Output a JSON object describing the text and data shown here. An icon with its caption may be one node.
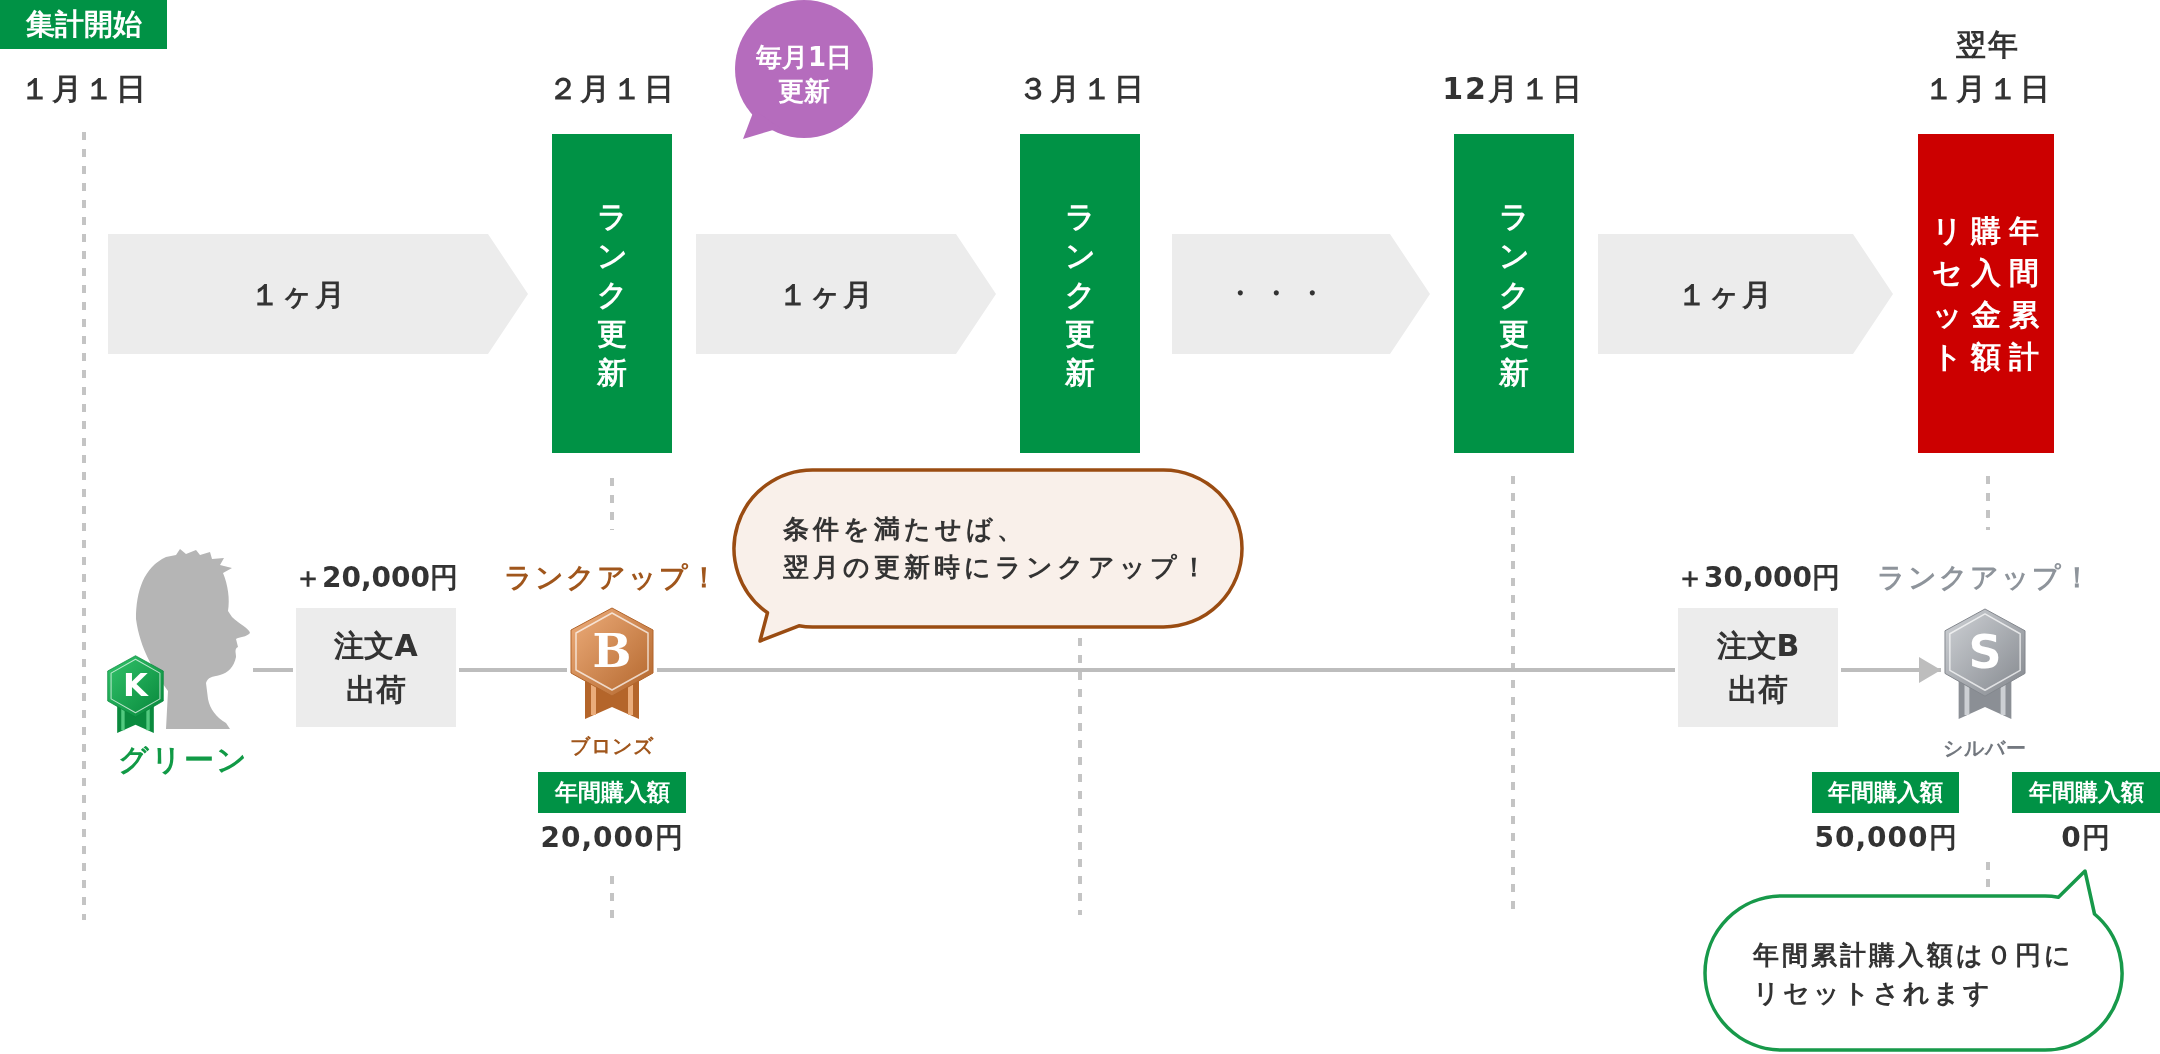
{
  "diagram": {
    "nodes": [
      {
        "text": [
          "集計開始"
        ],
        "beside": [
          "１月１日"
        ]
      },
      {
        "text": [
          "１ヶ月"
        ]
      },
      {
        "text": [
          "ランク更新"
        ],
        "beside": [
          "２月１日"
        ]
      },
      {
        "text": [
          "毎月1日更新"
        ]
      },
      {
        "text": [
          "１ヶ月"
        ]
      },
      {
        "text": [
          "ランク更新"
        ],
        "beside": [
          "３月１日"
        ]
      },
      {
        "text": [
          "・・・"
        ]
      },
      {
        "text": [
          "ランク更新"
        ],
        "beside": [
          "12月１日"
        ]
      },
      {
        "text": [
          "１ヶ月"
        ]
      },
      {
        "text": [
          "年間累計購入金額リセット"
        ],
        "beside": [
          "翌年",
          "１月１日"
        ]
      },
      {
        "text": [],
        "shape": "person"
      },
      {
        "text": [
          "K"
        ],
        "beside": [
          "グリーン"
        ]
      },
      {
        "text": [
          "注文A出荷"
        ],
        "beside": [
          "＋20,000円"
        ]
      },
      {
        "text": [
          "B"
        ],
        "beside": [
          "ランクアップ！",
          "ブロンズ"
        ]
      },
      {
        "text": [
          "年間購入額"
        ],
        "beside": [
          "20,000円"
        ]
      },
      {
        "text": [
          "条件を満たせば、翌月の更新時にランクアップ！"
        ]
      },
      {
        "text": [
          "注文B出荷"
        ],
        "beside": [
          "＋30,000円"
        ]
      },
      {
        "text": [
          "S"
        ],
        "beside": [
          "ランクアップ！",
          "シルバー"
        ]
      },
      {
        "text": [
          "年間購入額"
        ],
        "beside": [
          "50,000円"
        ]
      },
      {
        "text": [
          "年間購入額"
        ],
        "beside": [
          "0円"
        ]
      },
      {
        "text": [
          "年間累計購入額は０円にリセットされます"
        ]
      }
    ],
    "edges": [
      {
        "from": 10,
        "to": 12,
        "arrow": "none"
      },
      {
        "from": 12,
        "to": 13,
        "arrow": "none"
      },
      {
        "from": 13,
        "to": 16,
        "arrow": "none"
      },
      {
        "from": 16,
        "to": 17,
        "arrow": "to"
      }
    ]
  }
}
